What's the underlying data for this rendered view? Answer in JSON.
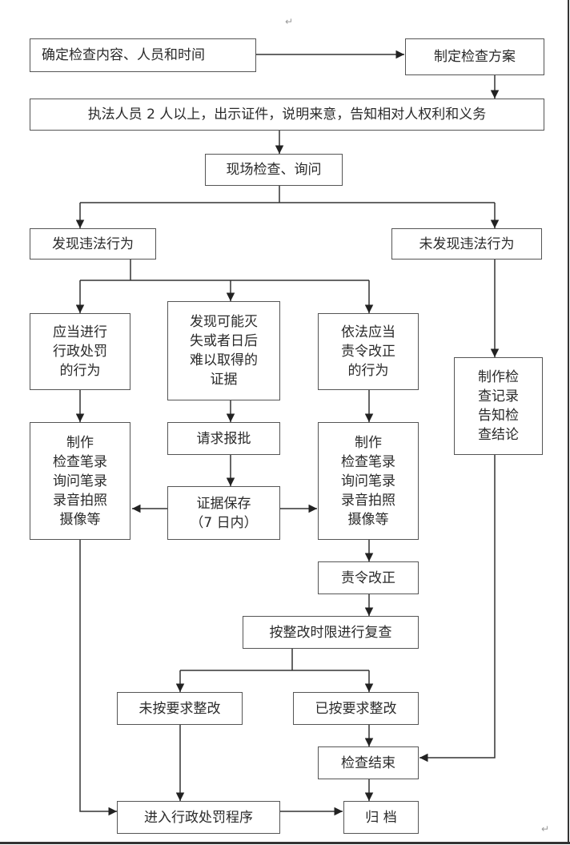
{
  "title": "行政执法检查流程图",
  "nodes": {
    "determine": "确定检查内容、人员和时间",
    "plan": "制定检查方案",
    "officers": "执法人员 2 人以上，出示证件，说明来意，告知相对人权利和义务",
    "onsite": "现场检查、询问",
    "found": "发现违法行为",
    "not_found": "未发现违法行为",
    "penalty_behavior": "应当进行\n行政处罚\n的行为",
    "evidence_risk": "发现可能灭\n失或者日后\n难以取得的\n证据",
    "correct_behavior": "依法应当\n责令改正\n的行为",
    "make_record_right": "制作检\n查记录\n告知检\n查结论",
    "make_notes_left": "制作\n检查笔录\n询问笔录\n录音拍照\n摄像等",
    "request_approval": "请求报批",
    "evidence_keep": "证据保存\n（7 日内）",
    "make_notes_mid": "制作\n检查笔录\n询问笔录\n录音拍照\n摄像等",
    "order_correct": "责令改正",
    "recheck": "按整改时限进行复查",
    "not_corrected": "未按要求整改",
    "corrected": "已按要求整改",
    "inspection_end": "检查结束",
    "penalty_procedure": "进入行政处罚程序",
    "archive": "归  档"
  },
  "paragraph_mark": "↵"
}
